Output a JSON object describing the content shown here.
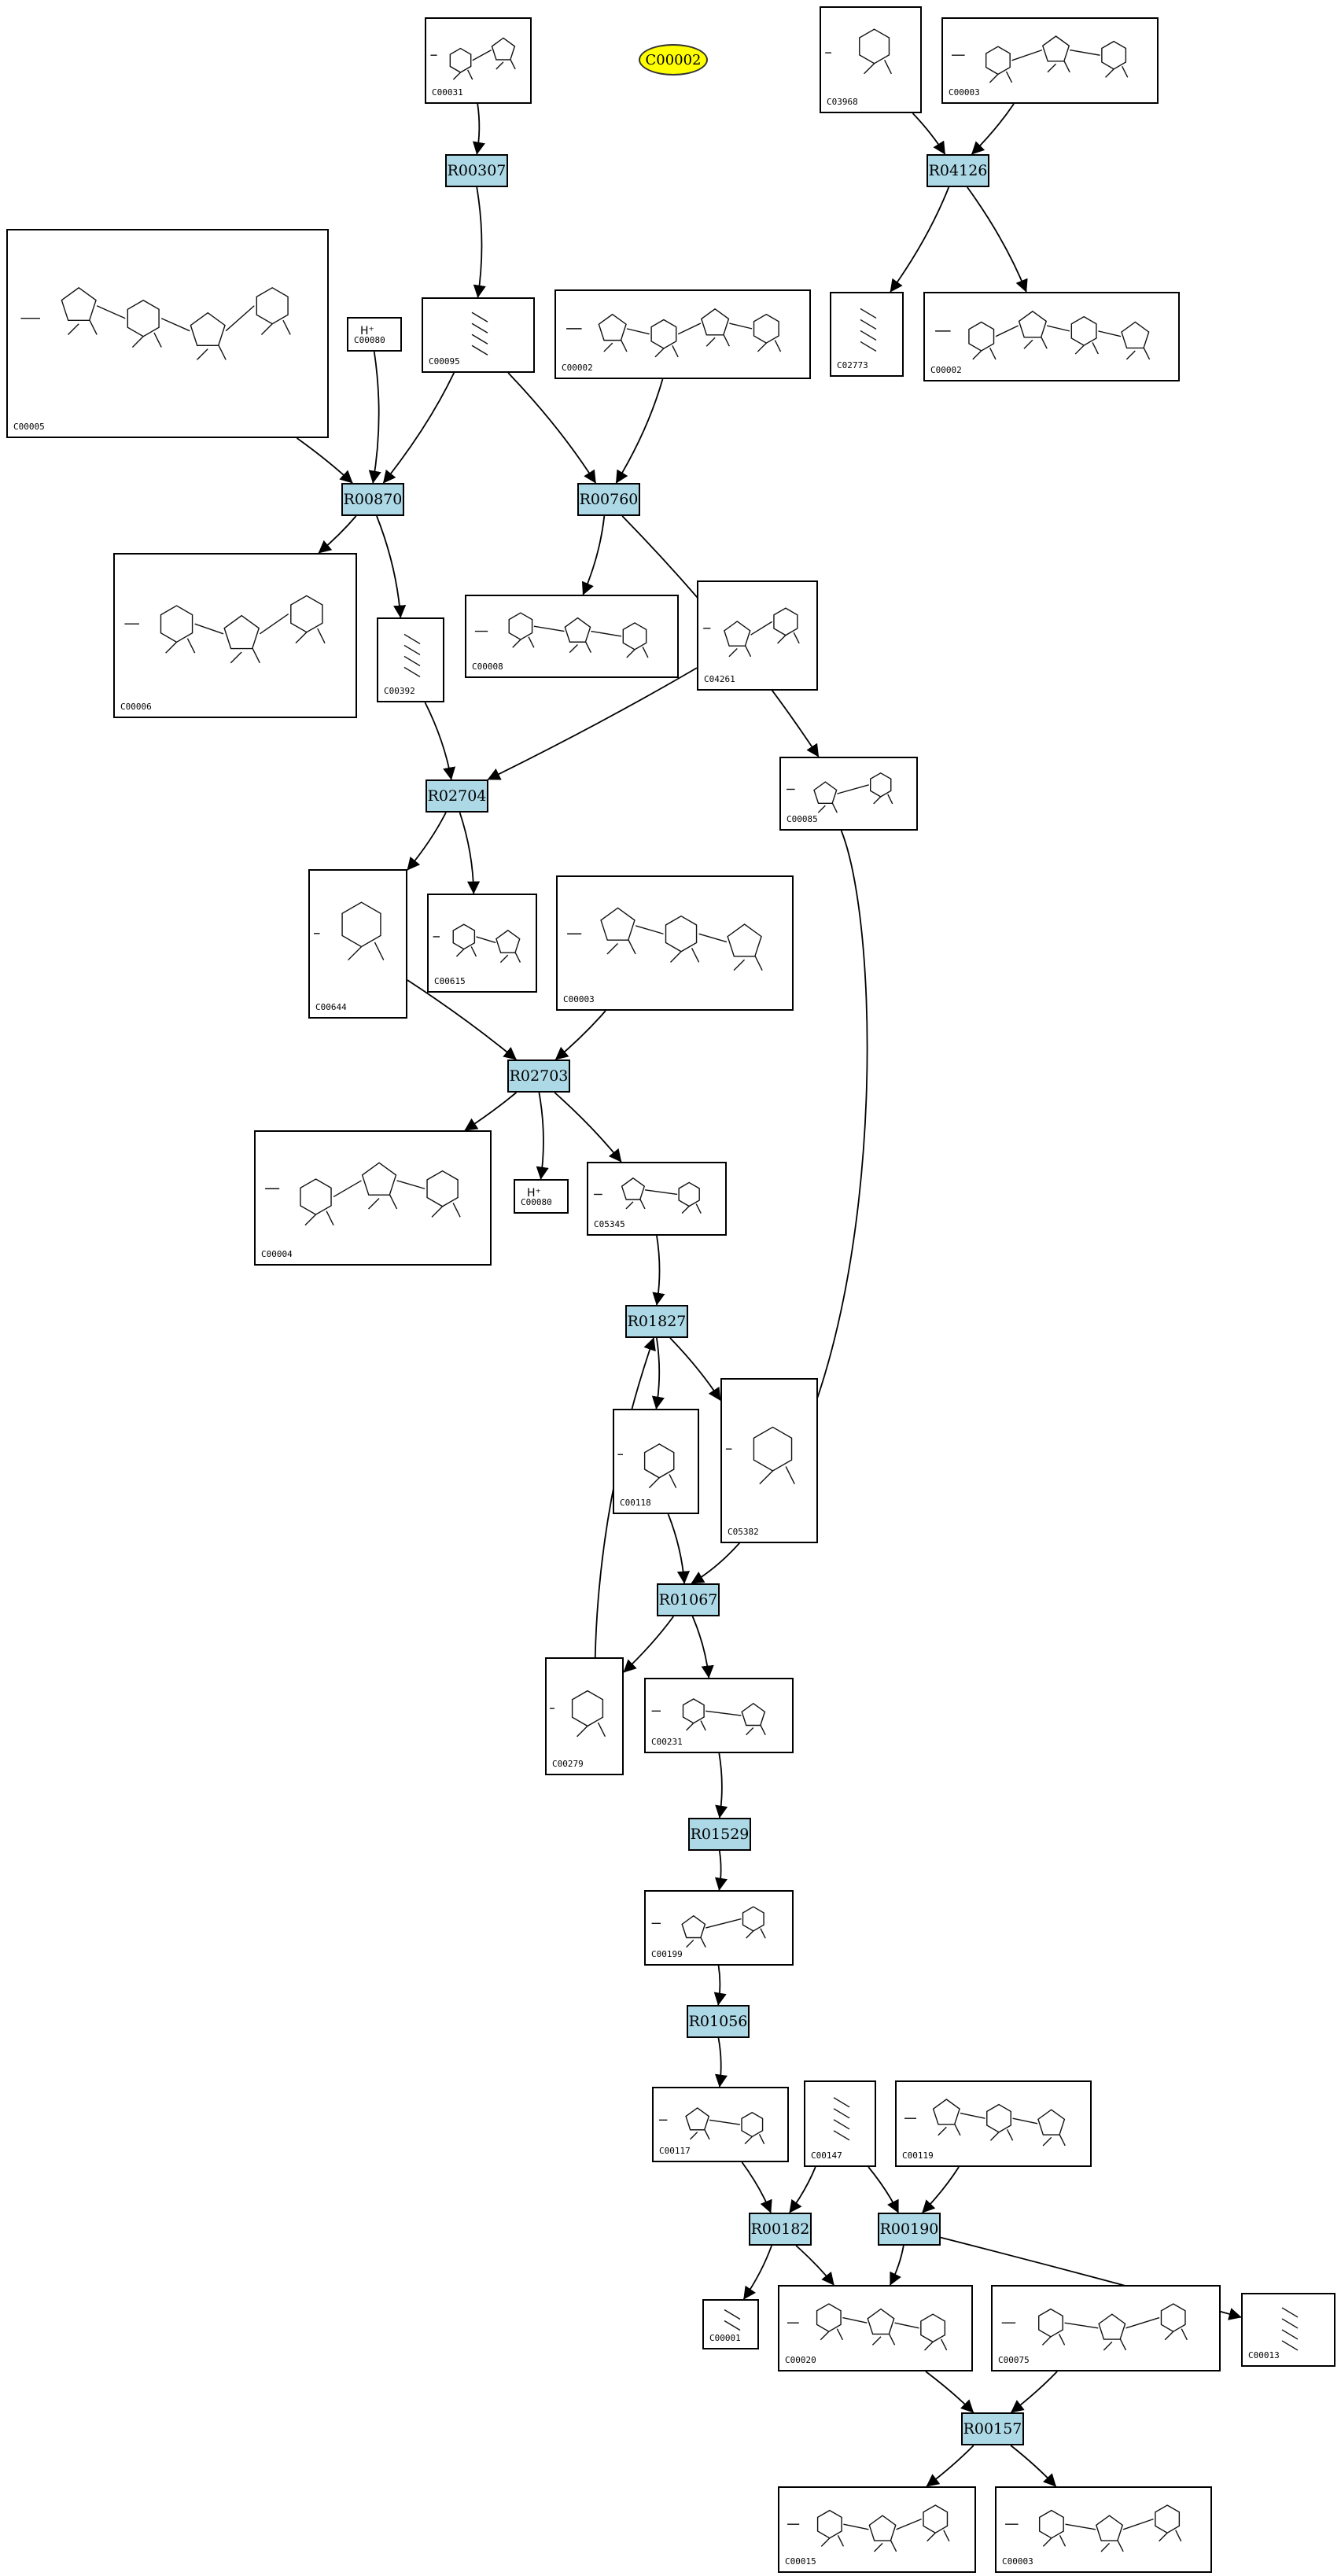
{
  "diagram": {
    "title": "C00002",
    "reactions": [
      {
        "id": "R00307",
        "label": "R00307"
      },
      {
        "id": "R04126",
        "label": "R04126"
      },
      {
        "id": "R00870",
        "label": "R00870"
      },
      {
        "id": "R00760",
        "label": "R00760"
      },
      {
        "id": "R02704",
        "label": "R02704"
      },
      {
        "id": "R02703",
        "label": "R02703"
      },
      {
        "id": "R01827",
        "label": "R01827"
      },
      {
        "id": "R01067",
        "label": "R01067"
      },
      {
        "id": "R01529",
        "label": "R01529"
      },
      {
        "id": "R01056",
        "label": "R01056"
      },
      {
        "id": "R00182",
        "label": "R00182"
      },
      {
        "id": "R00190",
        "label": "R00190"
      },
      {
        "id": "R00157",
        "label": "R00157"
      }
    ],
    "compounds": [
      {
        "id": "C00031",
        "label": "C00031"
      },
      {
        "id": "C03968",
        "label": "C03968"
      },
      {
        "id": "C00003a",
        "label": "C00003"
      },
      {
        "id": "C00005",
        "label": "C00005"
      },
      {
        "id": "C00080a",
        "label": "C00080",
        "text": "H⁺"
      },
      {
        "id": "C00095",
        "label": "C00095"
      },
      {
        "id": "C00002a",
        "label": "C00002"
      },
      {
        "id": "C02773",
        "label": "C02773"
      },
      {
        "id": "C00002b",
        "label": "C00002"
      },
      {
        "id": "C00006",
        "label": "C00006"
      },
      {
        "id": "C00392",
        "label": "C00392"
      },
      {
        "id": "C00008",
        "label": "C00008"
      },
      {
        "id": "C04261",
        "label": "C04261"
      },
      {
        "id": "C00085",
        "label": "C00085"
      },
      {
        "id": "C00644",
        "label": "C00644"
      },
      {
        "id": "C00615",
        "label": "C00615"
      },
      {
        "id": "C00003b",
        "label": "C00003"
      },
      {
        "id": "C00004",
        "label": "C00004"
      },
      {
        "id": "C00080b",
        "label": "C00080",
        "text": "H⁺"
      },
      {
        "id": "C05345",
        "label": "C05345"
      },
      {
        "id": "C00118",
        "label": "C00118"
      },
      {
        "id": "C05382",
        "label": "C05382"
      },
      {
        "id": "C00279",
        "label": "C00279"
      },
      {
        "id": "C00231",
        "label": "C00231"
      },
      {
        "id": "C00199",
        "label": "C00199"
      },
      {
        "id": "C00117",
        "label": "C00117"
      },
      {
        "id": "C00147",
        "label": "C00147"
      },
      {
        "id": "C00119",
        "label": "C00119"
      },
      {
        "id": "C00001",
        "label": "C00001"
      },
      {
        "id": "C00020",
        "label": "C00020"
      },
      {
        "id": "C00075",
        "label": "C00075"
      },
      {
        "id": "C00013",
        "label": "C00013"
      },
      {
        "id": "C00015",
        "label": "C00015"
      },
      {
        "id": "C00003c",
        "label": "C00003"
      }
    ],
    "edges": [
      [
        "C00031",
        "R00307"
      ],
      [
        "C03968",
        "R04126"
      ],
      [
        "C00003a",
        "R04126"
      ],
      [
        "R00307",
        "C00095"
      ],
      [
        "R04126",
        "C02773"
      ],
      [
        "R04126",
        "C00002b"
      ],
      [
        "C00005",
        "R00870"
      ],
      [
        "C00080a",
        "R00870"
      ],
      [
        "C00095",
        "R00870"
      ],
      [
        "C00095",
        "R00760"
      ],
      [
        "C00002a",
        "R00760"
      ],
      [
        "R00870",
        "C00006"
      ],
      [
        "R00870",
        "C00392"
      ],
      [
        "R00760",
        "C00008"
      ],
      [
        "R00760",
        "C00085"
      ],
      [
        "C00392",
        "R02704"
      ],
      [
        "C04261",
        "R02704"
      ],
      [
        "R02704",
        "C00644"
      ],
      [
        "R02704",
        "C00615"
      ],
      [
        "C00644",
        "R02703"
      ],
      [
        "C00003b",
        "R02703"
      ],
      [
        "R02703",
        "C00004"
      ],
      [
        "R02703",
        "C00080b"
      ],
      [
        "R02703",
        "C05345"
      ],
      [
        "C05345",
        "R01827"
      ],
      [
        "R01827",
        "C00118"
      ],
      [
        "R01827",
        "C05382"
      ],
      [
        "C00279",
        "R01827"
      ],
      [
        "C00118",
        "R01067"
      ],
      [
        "C00085",
        "R01067"
      ],
      [
        "R01067",
        "C00279"
      ],
      [
        "R01067",
        "C00231"
      ],
      [
        "C00231",
        "R01529"
      ],
      [
        "R01529",
        "C00199"
      ],
      [
        "C00199",
        "R01056"
      ],
      [
        "R01056",
        "C00117"
      ],
      [
        "C00117",
        "R00182"
      ],
      [
        "C00147",
        "R00182"
      ],
      [
        "C00147",
        "R00190"
      ],
      [
        "C00119",
        "R00190"
      ],
      [
        "R00182",
        "C00001"
      ],
      [
        "R00182",
        "C00020"
      ],
      [
        "R00190",
        "C00020"
      ],
      [
        "R00190",
        "C00013"
      ],
      [
        "C00020",
        "R00157"
      ],
      [
        "C00075",
        "R00157"
      ],
      [
        "R00157",
        "C00015"
      ],
      [
        "R00157",
        "C00003c"
      ]
    ]
  }
}
